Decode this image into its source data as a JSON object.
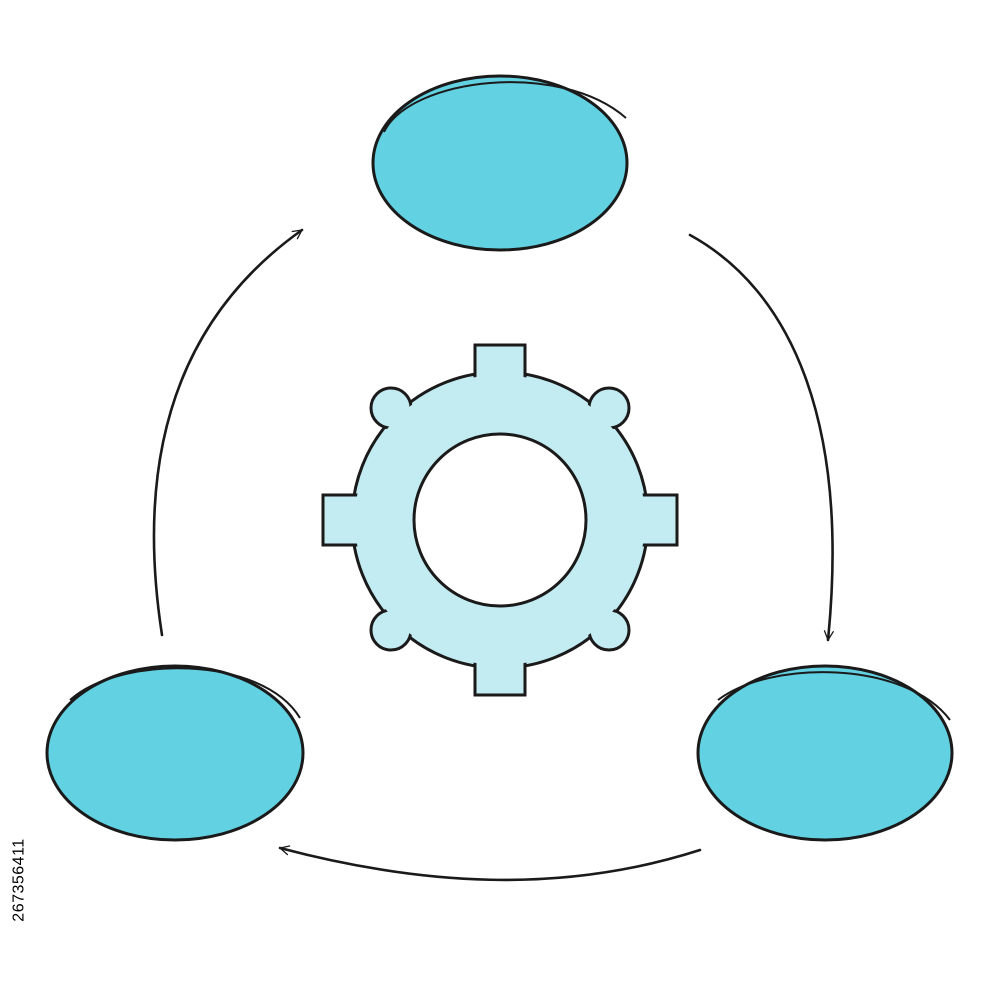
{
  "diagram": {
    "type": "cycle",
    "nodes": [
      {
        "id": "top",
        "label": ""
      },
      {
        "id": "bottom-right",
        "label": ""
      },
      {
        "id": "bottom-left",
        "label": ""
      }
    ],
    "edges": [
      {
        "from": "top",
        "to": "bottom-right"
      },
      {
        "from": "bottom-right",
        "to": "bottom-left"
      },
      {
        "from": "bottom-left",
        "to": "top"
      }
    ],
    "center_icon": "gear-icon"
  },
  "colors": {
    "node_fill": "#62d2e3",
    "gear_fill": "#c2ebf2",
    "stroke": "#1a1a1a",
    "background": "#ffffff"
  },
  "side_id": "267356411"
}
